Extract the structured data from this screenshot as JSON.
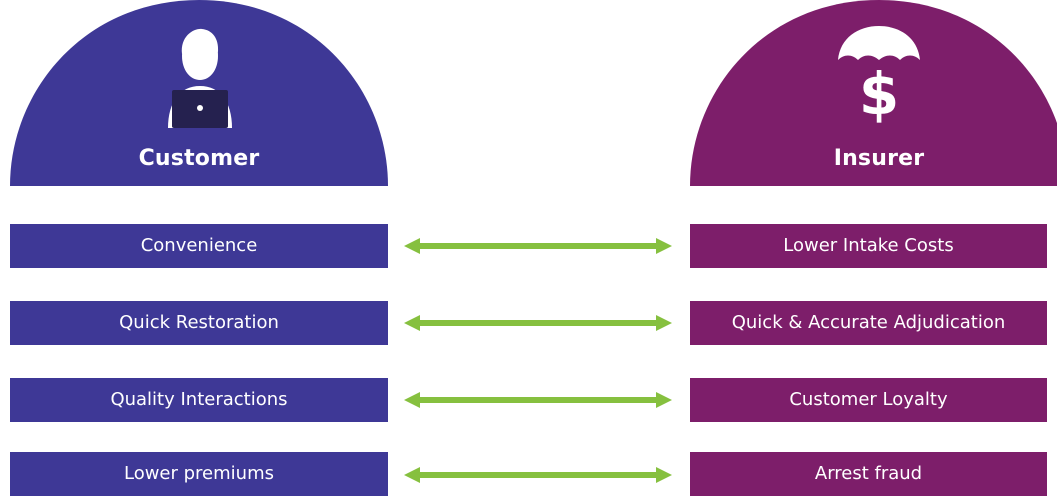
{
  "colors": {
    "customer": "#3e3896",
    "insurer": "#7d1e6a",
    "arrow": "#86c03f",
    "icon_dark": "#25214f"
  },
  "customer": {
    "title": "Customer",
    "icon": "person-with-laptop-icon",
    "items": [
      {
        "label": "Convenience"
      },
      {
        "label": "Quick Restoration"
      },
      {
        "label": "Quality Interactions"
      },
      {
        "label": "Lower premiums"
      }
    ]
  },
  "insurer": {
    "title": "Insurer",
    "icon": "umbrella-dollar-icon",
    "items": [
      {
        "label": "Lower Intake Costs"
      },
      {
        "label": "Quick & Accurate Adjudication"
      },
      {
        "label": "Customer Loyalty"
      },
      {
        "label": "Arrest fraud"
      }
    ]
  },
  "connector_icon": "double-headed-arrow-icon"
}
